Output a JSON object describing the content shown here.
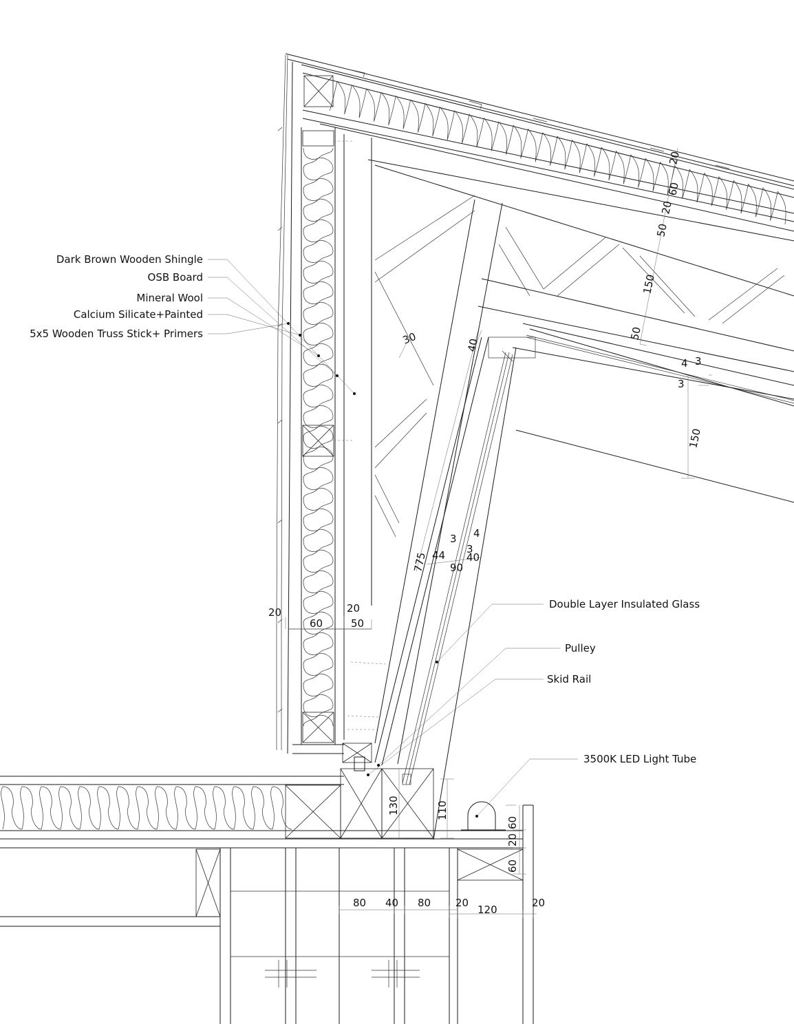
{
  "labels": {
    "shingle": "Dark Brown Wooden Shingle",
    "osb": "OSB Board",
    "wool": "Mineral Wool",
    "calcium": "Calcium Silicate+Painted",
    "truss": "5x5 Wooden Truss Stick+ Primers",
    "glass": "Double Layer Insulated Glass",
    "pulley": "Pulley",
    "skid": "Skid Rail",
    "led": "3500K LED Light Tube"
  },
  "dims": {
    "roof_20": "20",
    "roof_60": "60",
    "roof_20b": "20",
    "roof_50": "50",
    "roof_150": "150",
    "roof_50b": "50",
    "d30": "30",
    "d40": "40",
    "d4": "4",
    "d3": "3",
    "d3b": "3",
    "d150": "150",
    "d775": "775",
    "d3c": "3",
    "d4b": "4",
    "d3d": "3",
    "d44": "44",
    "d40b": "40",
    "d90": "90",
    "w20": "20",
    "w60": "60",
    "w20b": "20",
    "w50": "50",
    "d130": "130",
    "d110": "110",
    "e60": "60",
    "e20": "20",
    "e60b": "60",
    "b80": "80",
    "b40": "40",
    "b80b": "80",
    "b20": "20",
    "b120": "120",
    "b20b": "20"
  }
}
